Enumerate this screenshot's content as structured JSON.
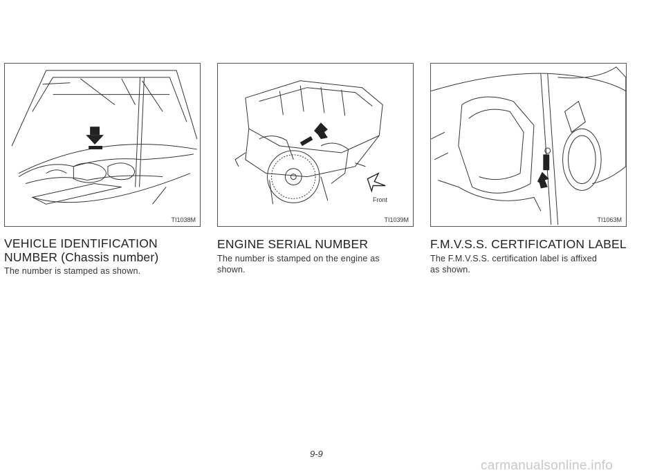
{
  "figures": [
    {
      "code": "TI1038M"
    },
    {
      "code": "TI1039M",
      "front_label": "Front"
    },
    {
      "code": "TI1063M"
    }
  ],
  "sections": [
    {
      "title_line1": "VEHICLE IDENTIFICATION",
      "title_line2": "NUMBER (Chassis number)",
      "body": "The number is stamped as shown."
    },
    {
      "title": "ENGINE SERIAL NUMBER",
      "body_line1": "The number is stamped on the engine as",
      "body_line2": "shown."
    },
    {
      "title": "F.M.V.S.S. CERTIFICATION LABEL",
      "body_line1": "The F.M.V.S.S. certification label is affixed",
      "body_line2": "as shown."
    }
  ],
  "page_number": "9-9",
  "watermark": "carmanualsonline.info"
}
